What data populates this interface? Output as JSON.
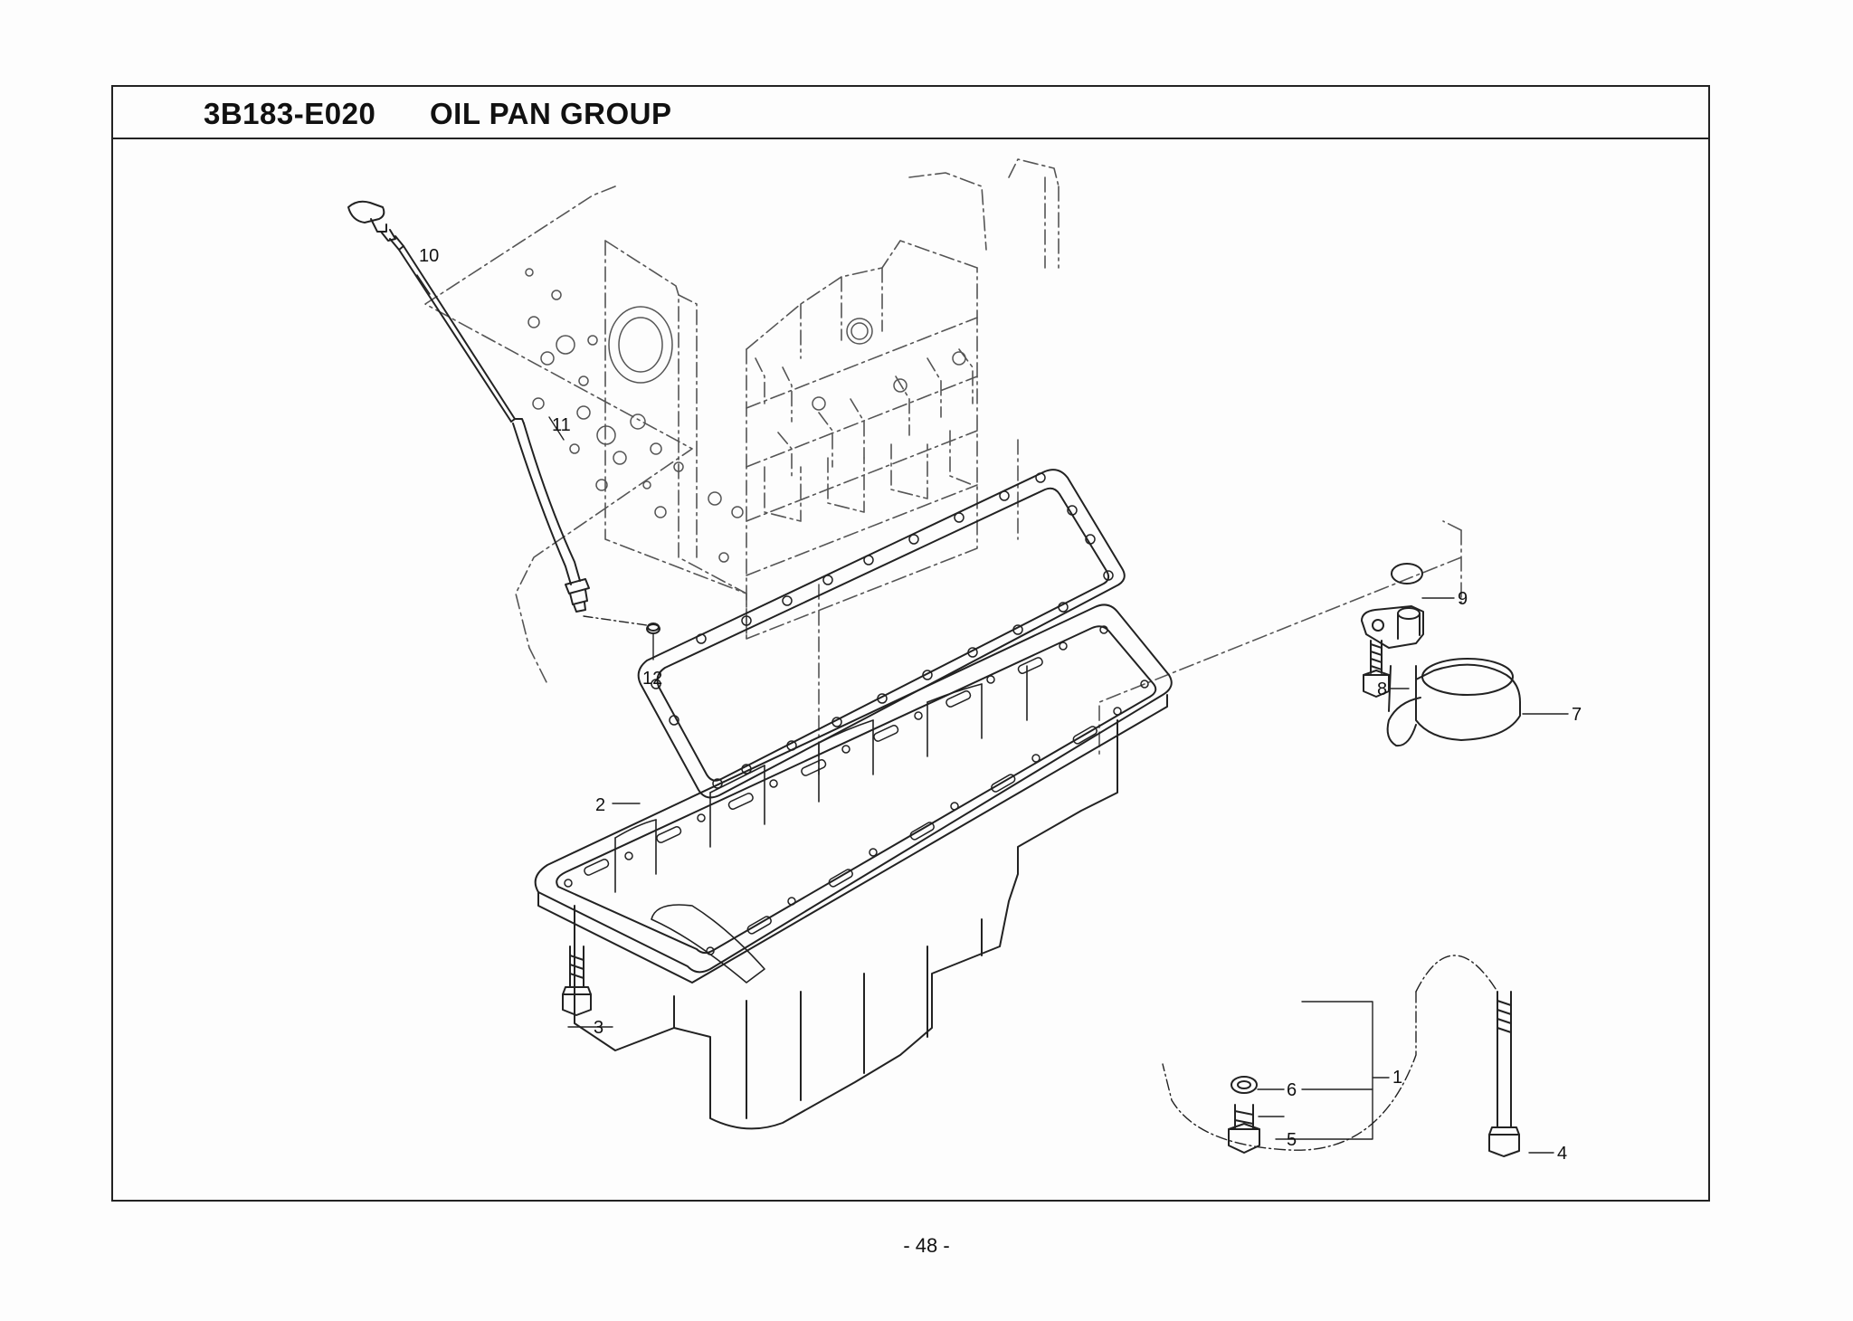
{
  "header": {
    "part_code": "3B183-E020",
    "title": "OIL PAN GROUP"
  },
  "callouts": [
    {
      "num": "1"
    },
    {
      "num": "2"
    },
    {
      "num": "3"
    },
    {
      "num": "4"
    },
    {
      "num": "5"
    },
    {
      "num": "6"
    },
    {
      "num": "7"
    },
    {
      "num": "8"
    },
    {
      "num": "9"
    },
    {
      "num": "10"
    },
    {
      "num": "11"
    },
    {
      "num": "12"
    }
  ],
  "footer": {
    "page_label": "-  48  -"
  },
  "colors": {
    "line": "#222222",
    "background": "#fdfdfd"
  }
}
